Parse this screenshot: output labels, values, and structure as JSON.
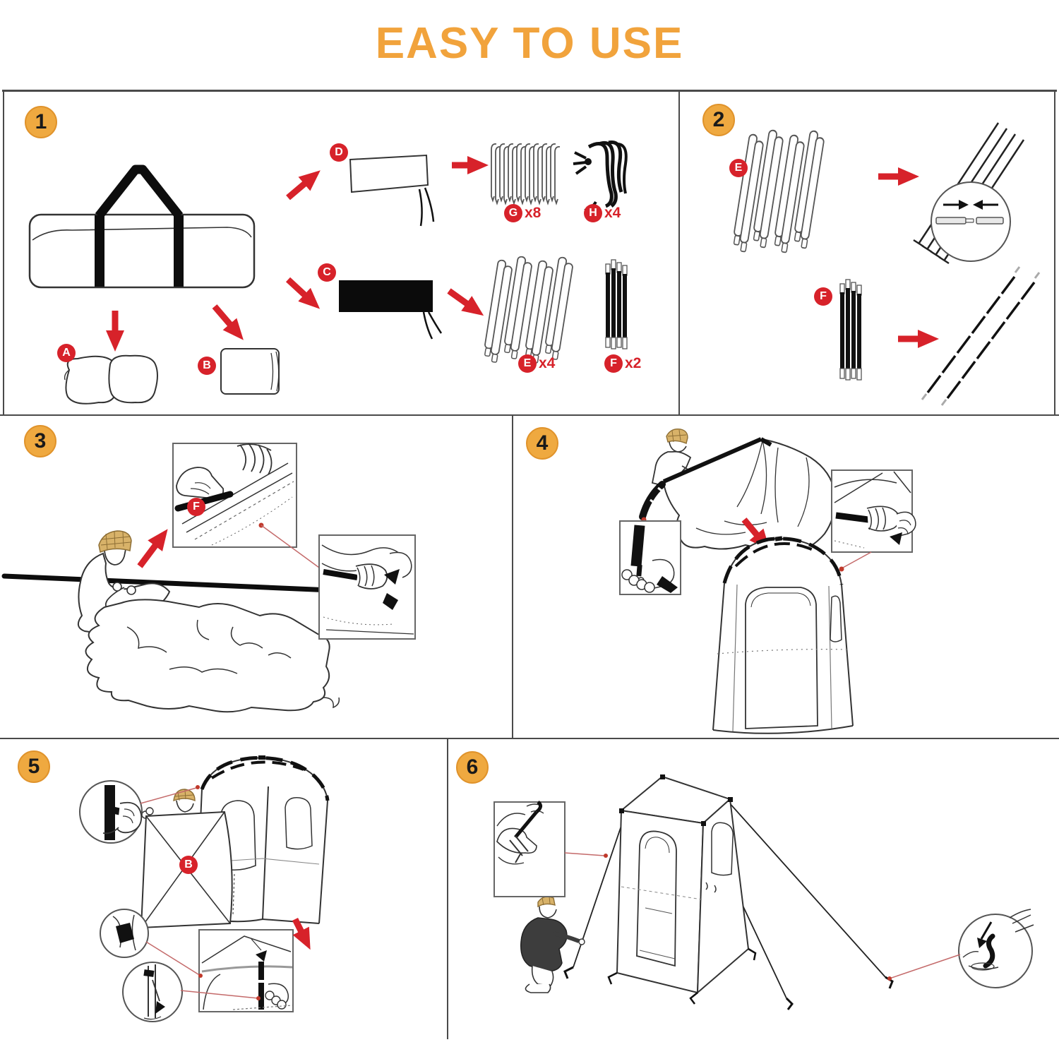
{
  "title": "EASY TO USE",
  "colors": {
    "accent_orange": "#F1A33C",
    "badge_orange": "#EFA940",
    "label_red": "#D7222A",
    "line_dark": "#2e2e2e",
    "connector_red": "#C46A6A",
    "panel_border": "#4a4a4a"
  },
  "steps": [
    {
      "num": "1"
    },
    {
      "num": "2"
    },
    {
      "num": "3"
    },
    {
      "num": "4"
    },
    {
      "num": "5"
    },
    {
      "num": "6"
    }
  ],
  "parts": {
    "A": {
      "letter": "A"
    },
    "B": {
      "letter": "B"
    },
    "C": {
      "letter": "C"
    },
    "D": {
      "letter": "D"
    },
    "E": {
      "letter": "E",
      "qty": "x4"
    },
    "F": {
      "letter": "F",
      "qty": "x2"
    },
    "G": {
      "letter": "G",
      "qty": "x8"
    },
    "H": {
      "letter": "H",
      "qty": "x4"
    }
  }
}
